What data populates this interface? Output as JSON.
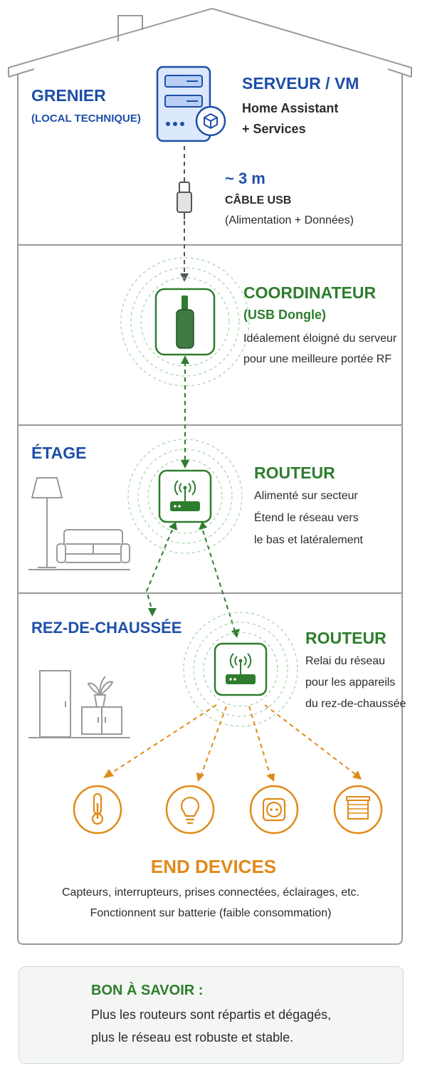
{
  "floors": {
    "attic": {
      "name": "GRENIER",
      "sub": "(LOCAL TECHNIQUE)"
    },
    "upstairs": {
      "name": "ÉTAGE"
    },
    "ground": {
      "name": "REZ-DE-CHAUSSÉE"
    }
  },
  "server": {
    "title": "SERVEUR / VM",
    "line1": "Home Assistant",
    "line2": "+ Services"
  },
  "cable": {
    "length": "~ 3 m",
    "label": "CÂBLE USB",
    "desc": "(Alimentation + Données)"
  },
  "coordinator": {
    "title": "COORDINATEUR",
    "sub": "(USB Dongle)",
    "line1": "Idéalement éloigné du serveur",
    "line2": "pour une meilleure portée RF"
  },
  "router_upstairs": {
    "title": "ROUTEUR",
    "line1": "Alimenté sur secteur",
    "line2": "Étend le réseau vers",
    "line3": "le bas et latéralement"
  },
  "router_ground": {
    "title": "ROUTEUR",
    "line1": "Relai du réseau",
    "line2": "pour les appareils",
    "line3": "du rez-de-chaussée"
  },
  "end_devices": {
    "title": "END DEVICES",
    "line1": "Capteurs, interrupteurs, prises connectées, éclairages, etc.",
    "line2": "Fonctionnent sur batterie (faible consommation)",
    "icons": [
      "thermometer-icon",
      "bulb-icon",
      "outlet-icon",
      "blind-icon"
    ]
  },
  "tip": {
    "title": "BON À SAVOIR :",
    "line1": "Plus les routeurs sont répartis et dégagés,",
    "line2": "plus le réseau est robuste et stable."
  },
  "colors": {
    "blue": "#1e4fa8",
    "green": "#2e7d2e",
    "orange": "#e08a1a",
    "house_line": "#9a9a9a"
  }
}
